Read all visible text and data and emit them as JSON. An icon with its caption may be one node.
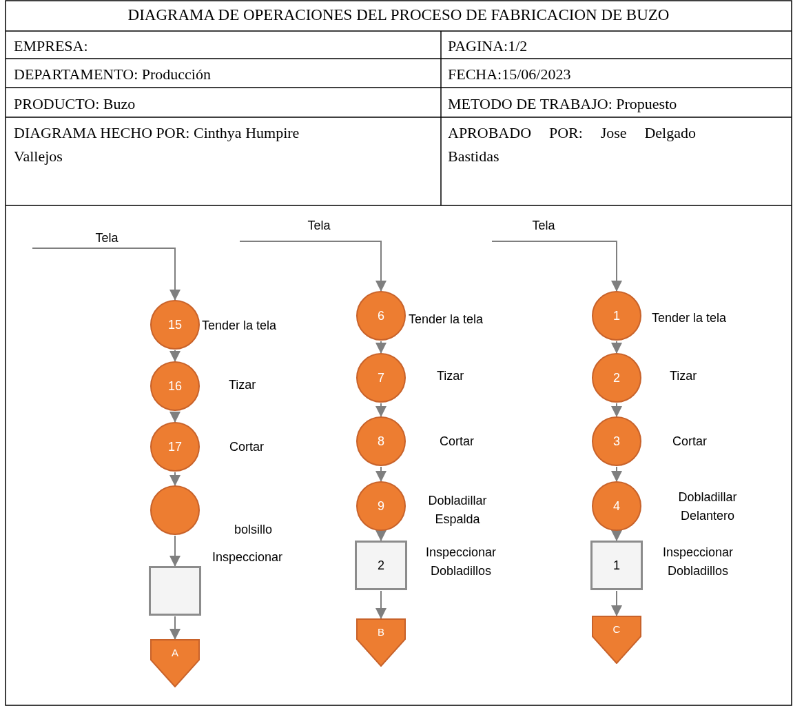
{
  "diagram": {
    "title": "DIAGRAMA DE OPERACIONES DEL PROCESO DE FABRICACION DE BUZO",
    "labels": [
      "EMPRESA:",
      "PAGINA:1/2",
      "DEPARTAMENTO: Producción",
      "FECHA:15/06/2023",
      "PRODUCTO: Buzo",
      "METODO DE TRABAJO: Propuesto",
      "DIAGRAMA HECHO POR: Cinthya Humpire Vallejos",
      "APROBADO POR: Jose Delgado Bastidas"
    ],
    "nodes": [
      {
        "text": [
          "15"
        ],
        "beside": [
          "Tender la tela"
        ]
      },
      {
        "text": [
          "16"
        ],
        "beside": [
          "Tizar"
        ]
      },
      {
        "text": [
          "17"
        ],
        "beside": [
          "Cortar"
        ]
      },
      {
        "text": [],
        "shape": "circle",
        "beside": [
          "bolsillo"
        ]
      },
      {
        "text": [],
        "shape": "box",
        "beside": [
          "Inspeccionar"
        ]
      },
      {
        "text": [
          "A"
        ]
      },
      {
        "text": [
          "6"
        ],
        "beside": [
          "Tender la tela"
        ]
      },
      {
        "text": [
          "7"
        ],
        "beside": [
          "Tizar"
        ]
      },
      {
        "text": [
          "8"
        ],
        "beside": [
          "Cortar"
        ]
      },
      {
        "text": [
          "9"
        ],
        "beside": [
          "Dobladillar Espalda"
        ]
      },
      {
        "text": [
          "2"
        ],
        "beside": [
          "Inspeccionar Dobladillos"
        ]
      },
      {
        "text": [
          "B"
        ]
      },
      {
        "text": [
          "1"
        ],
        "beside": [
          "Tender la tela"
        ]
      },
      {
        "text": [
          "2"
        ],
        "beside": [
          "Tizar"
        ]
      },
      {
        "text": [
          "3"
        ],
        "beside": [
          "Cortar"
        ]
      },
      {
        "text": [
          "4"
        ],
        "beside": [
          "Dobladillar Delantero"
        ]
      },
      {
        "text": [
          "1"
        ],
        "beside": [
          "Inspeccionar Dobladillos"
        ]
      },
      {
        "text": [
          "C"
        ]
      }
    ],
    "edges": [
      {
        "from": null,
        "to": 0,
        "arrow": "to",
        "label": "Tela"
      },
      {
        "from": 0,
        "to": 1,
        "arrow": "to"
      },
      {
        "from": 1,
        "to": 2,
        "arrow": "to"
      },
      {
        "from": 2,
        "to": 3,
        "arrow": "to"
      },
      {
        "from": 3,
        "to": 4,
        "arrow": "to"
      },
      {
        "from": 4,
        "to": 5,
        "arrow": "to"
      },
      {
        "from": null,
        "to": 6,
        "arrow": "to",
        "label": "Tela"
      },
      {
        "from": 6,
        "to": 7,
        "arrow": "to"
      },
      {
        "from": 7,
        "to": 8,
        "arrow": "to"
      },
      {
        "from": 8,
        "to": 9,
        "arrow": "to"
      },
      {
        "from": 9,
        "to": 10,
        "arrow": "to"
      },
      {
        "from": 10,
        "to": 11,
        "arrow": "to"
      },
      {
        "from": null,
        "to": 12,
        "arrow": "to",
        "label": "Tela"
      },
      {
        "from": 12,
        "to": 13,
        "arrow": "to"
      },
      {
        "from": 13,
        "to": 14,
        "arrow": "to"
      },
      {
        "from": 14,
        "to": 15,
        "arrow": "to"
      },
      {
        "from": 15,
        "to": 16,
        "arrow": "to"
      },
      {
        "from": 16,
        "to": 17,
        "arrow": "to"
      }
    ]
  }
}
